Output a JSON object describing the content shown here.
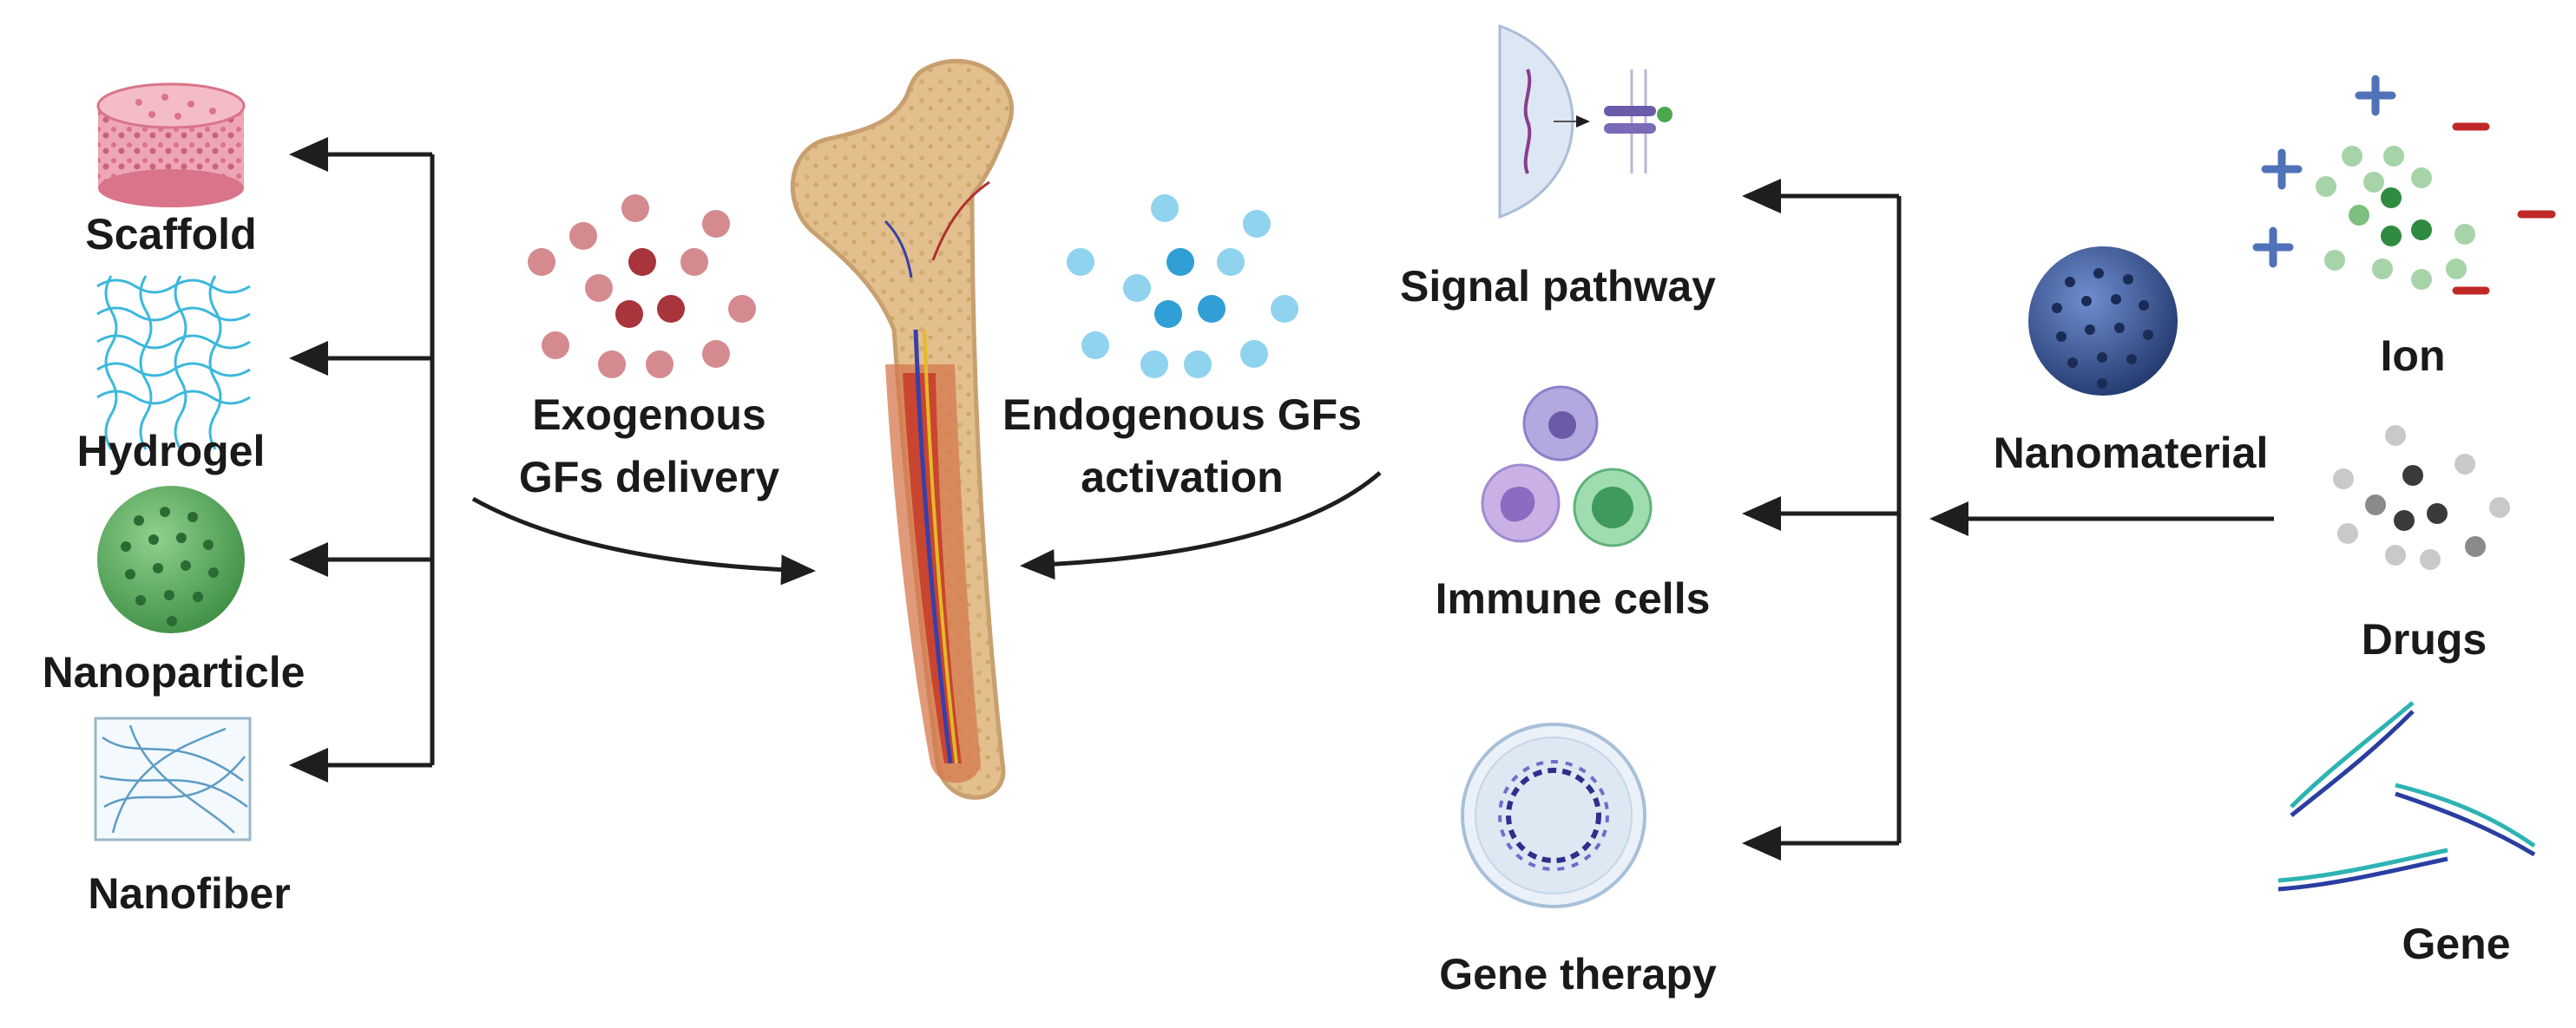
{
  "left_items": [
    {
      "label": "Scaffold",
      "icon": "scaffold-icon"
    },
    {
      "label": "Hydrogel",
      "icon": "hydrogel-icon"
    },
    {
      "label": "Nanoparticle",
      "icon": "nanoparticle-icon"
    },
    {
      "label": "Nanofiber",
      "icon": "nanofiber-icon"
    }
  ],
  "center": {
    "exogenous_line1": "Exogenous",
    "exogenous_line2": "GFs delivery",
    "endogenous_line1": "Endogenous GFs",
    "endogenous_line2": "activation",
    "bone_icon": "femur-bone-icon"
  },
  "right_mechanisms": [
    {
      "label": "Signal pathway",
      "icon": "signal-pathway-icon"
    },
    {
      "label": "Immune cells",
      "icon": "immune-cells-icon"
    },
    {
      "label": "Gene therapy",
      "icon": "gene-therapy-icon"
    }
  ],
  "nanomaterial": {
    "label": "Nanomaterial",
    "icon": "nanomaterial-sphere-icon"
  },
  "cargo": [
    {
      "label": "Ion",
      "icon": "ion-icon"
    },
    {
      "label": "Drugs",
      "icon": "drugs-icon"
    },
    {
      "label": "Gene",
      "icon": "gene-icon"
    }
  ],
  "colors": {
    "arrow": "#1e1e1e",
    "scaffold": "#e79aaa",
    "hydrogel": "#3cb8dc",
    "nanoparticle": "#4d9a4f",
    "exogenous_dots": "#a8343c",
    "endogenous_dots": "#2f9fd6",
    "bone": "#e6c699",
    "nanomaterial": "#3b5a99",
    "ion_plus": "#4f72b8",
    "ion_minus": "#c02828"
  }
}
